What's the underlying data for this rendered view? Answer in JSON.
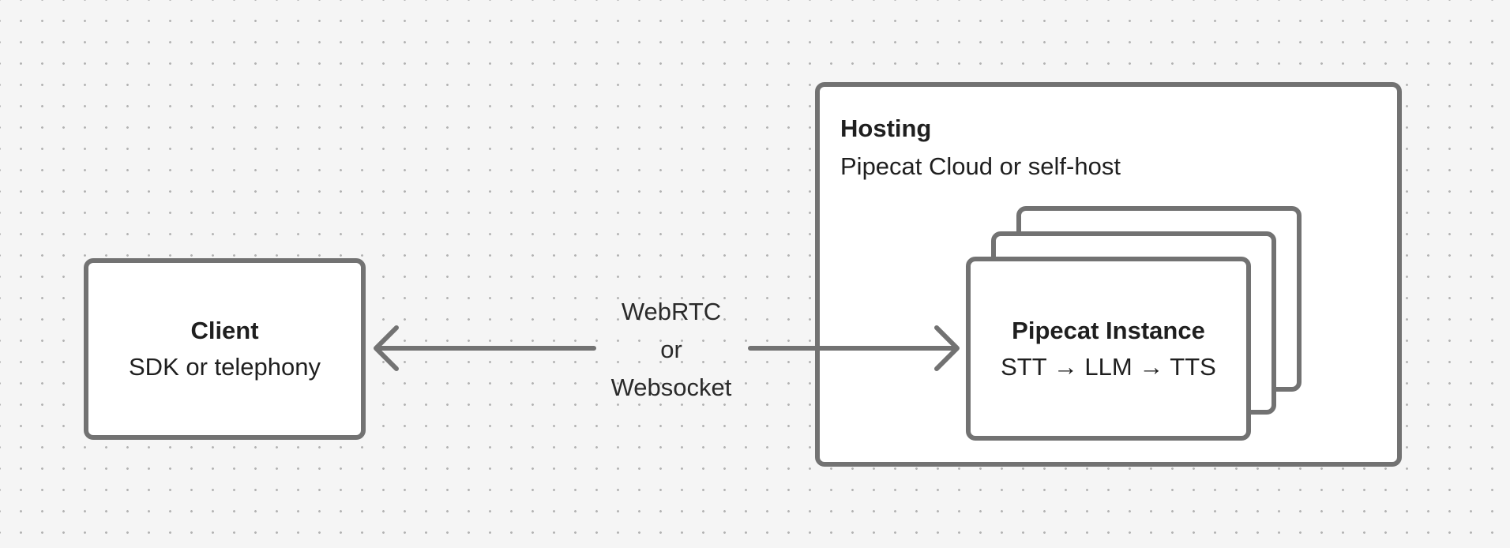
{
  "client": {
    "title": "Client",
    "subtitle": "SDK or telephony"
  },
  "hosting": {
    "title": "Hosting",
    "subtitle": "Pipecat Cloud or self-host"
  },
  "instance": {
    "title": "Pipecat Instance",
    "subtitle": "STT → LLM → TTS"
  },
  "connection": {
    "line1": "WebRTC",
    "line2": "or",
    "line3": "Websocket"
  },
  "colors": {
    "background": "#f5f5f5",
    "dots": "#b3b3b3",
    "stroke": "#727272",
    "box_fill": "#ffffff",
    "text": "#1f1f1f"
  }
}
